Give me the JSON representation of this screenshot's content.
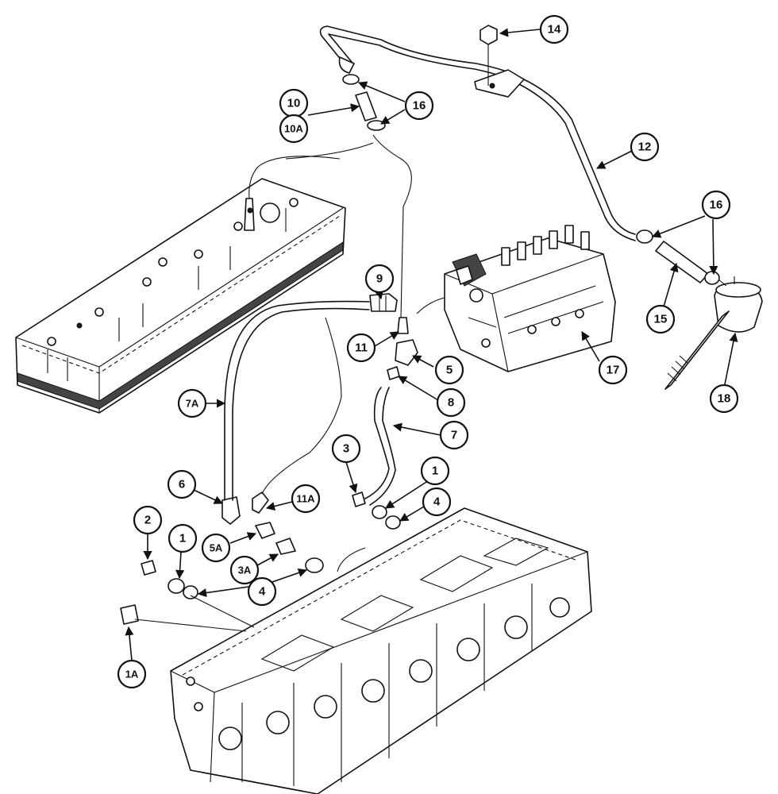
{
  "callouts": {
    "c1a": "1A",
    "c1_left": "1",
    "c1_right": "1",
    "c2": "2",
    "c3": "3",
    "c3a": "3A",
    "c4_left": "4",
    "c4_right": "4",
    "c5": "5",
    "c5a": "5A",
    "c6": "6",
    "c7": "7",
    "c7a": "7A",
    "c8": "8",
    "c9": "9",
    "c10": "10",
    "c10a": "10A",
    "c11": "11",
    "c11a": "11A",
    "c12": "12",
    "c14": "14",
    "c15": "15",
    "c16_top": "16",
    "c16_right": "16",
    "c17": "17",
    "c18": "18"
  }
}
